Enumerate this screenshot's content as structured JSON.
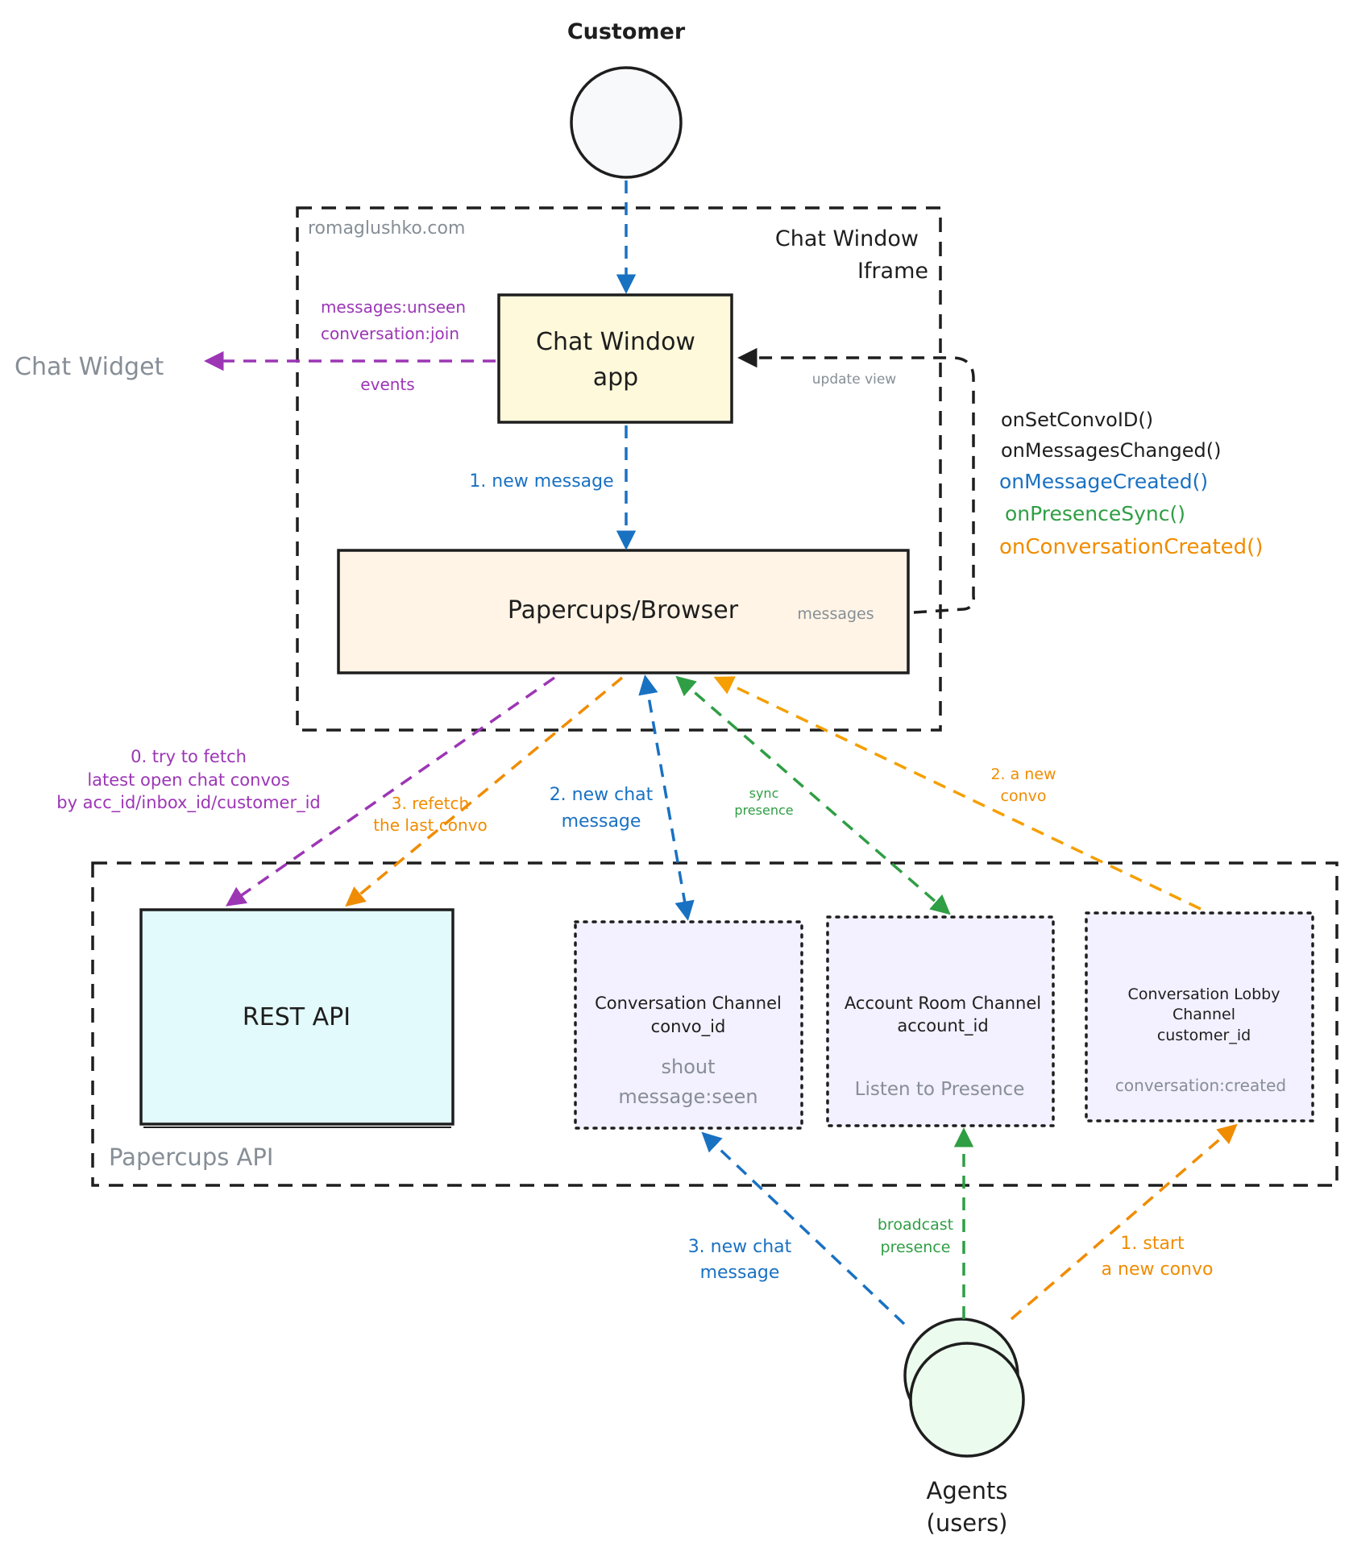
{
  "nodes": {
    "customer": {
      "label": "Customer"
    },
    "iframe": {
      "domain": "romaglushko.com",
      "title_line1": "Chat Window",
      "title_line2": "Iframe"
    },
    "chat_window_app": {
      "line1": "Chat Window",
      "line2": "app"
    },
    "papercups_browser": {
      "label": "Papercups/Browser",
      "note": "messages"
    },
    "chat_widget": {
      "label": "Chat Widget"
    },
    "papercups_api": {
      "label": "Papercups API"
    },
    "rest_api": {
      "label": "REST API"
    },
    "conversation_channel": {
      "line1": "Conversation Channel",
      "line2": "convo_id",
      "event1": "shout",
      "event2": "message:seen"
    },
    "account_room_channel": {
      "line1": "Account Room Channel",
      "line2": "account_id",
      "event1": "Listen to Presence"
    },
    "conversation_lobby_channel": {
      "line1": "Conversation Lobby",
      "line2": "Channel",
      "line3": "customer_id",
      "event1": "conversation:created"
    },
    "agents": {
      "line1": "Agents",
      "line2": "(users)"
    }
  },
  "labels": {
    "widget_events": {
      "line1": "messages:unseen",
      "line2": "conversation:join",
      "line3": "events"
    },
    "new_message": "1. new message",
    "update_view": "update view",
    "callbacks": [
      "onSetConvoID()",
      "onMessagesChanged()",
      "onMessageCreated()",
      "onPresenceSync()",
      "onConversationCreated()"
    ],
    "try_fetch": {
      "line1": "0. try to fetch",
      "line2": "latest open chat convos",
      "line3": "by acc_id/inbox_id/customer_id"
    },
    "refetch": {
      "line1": "3. refetch",
      "line2": "the last convo"
    },
    "new_chat_message_2": {
      "line1": "2. new chat",
      "line2": "message"
    },
    "sync_presence": {
      "line1": "sync",
      "line2": "presence"
    },
    "new_convo_2": {
      "line1": "2. a new",
      "line2": "convo"
    },
    "new_chat_message_3": {
      "line1": "3. new chat",
      "line2": "message"
    },
    "broadcast_presence": {
      "line1": "broadcast",
      "line2": "presence"
    },
    "start_convo": {
      "line1": "1. start",
      "line2": "a new convo"
    }
  },
  "colors": {
    "ink": "#1e1e1e",
    "gray": "#868e96",
    "purple": "#9c36b5",
    "blue": "#1971c2",
    "green": "#2f9e44",
    "orange": "#f08c00",
    "yellow_arrow": "#f59f00",
    "customer_fill": "#f8f9fa",
    "app_fill": "#fff9db",
    "browser_fill": "#fff4e6",
    "rest_fill": "#e3fafc",
    "channel_fill": "#f3f0ff",
    "agents_fill": "#ebfbee"
  }
}
